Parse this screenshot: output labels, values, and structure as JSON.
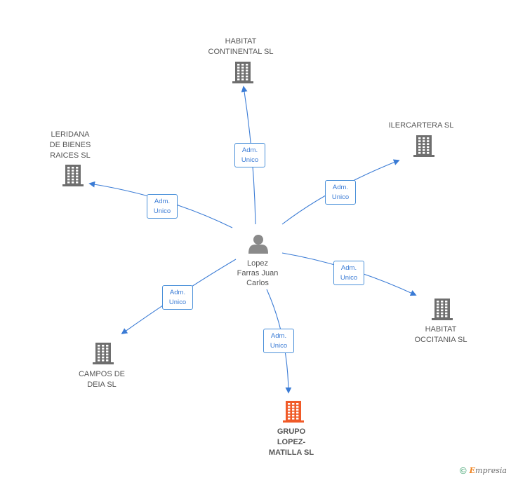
{
  "center": {
    "label": "Lopez\nFarras Juan\nCarlos",
    "icon": "person-icon",
    "color": "#8a8a8a"
  },
  "companies": [
    {
      "id": "habitat-continental",
      "label": "HABITAT\nCONTINENTAL SL",
      "icon": "building-icon",
      "highlight": false
    },
    {
      "id": "ilercartera",
      "label": "ILERCARTERA SL",
      "icon": "building-icon",
      "highlight": false
    },
    {
      "id": "leridana",
      "label": "LERIDANA\nDE BIENES\nRAICES SL",
      "icon": "building-icon",
      "highlight": false
    },
    {
      "id": "habitat-occitania",
      "label": "HABITAT\nOCCITANIA SL",
      "icon": "building-icon",
      "highlight": false
    },
    {
      "id": "campos-de-deia",
      "label": "CAMPOS DE\nDEIA SL",
      "icon": "building-icon",
      "highlight": false
    },
    {
      "id": "grupo-lopez-matilla",
      "label": "GRUPO\nLOPEZ-\nMATILLA SL",
      "icon": "building-icon",
      "highlight": true
    }
  ],
  "edges": [
    {
      "to": "habitat-continental",
      "label": "Adm.\nUnico"
    },
    {
      "to": "ilercartera",
      "label": "Adm.\nUnico"
    },
    {
      "to": "leridana",
      "label": "Adm.\nUnico"
    },
    {
      "to": "habitat-occitania",
      "label": "Adm.\nUnico"
    },
    {
      "to": "campos-de-deia",
      "label": "Adm.\nUnico"
    },
    {
      "to": "grupo-lopez-matilla",
      "label": "Adm.\nUnico"
    }
  ],
  "colors": {
    "edge": "#3a7bd5",
    "building": "#6e6e6e",
    "building_highlight": "#f05a28"
  },
  "footer": {
    "copyright_symbol": "©",
    "brand": "Empresia"
  }
}
